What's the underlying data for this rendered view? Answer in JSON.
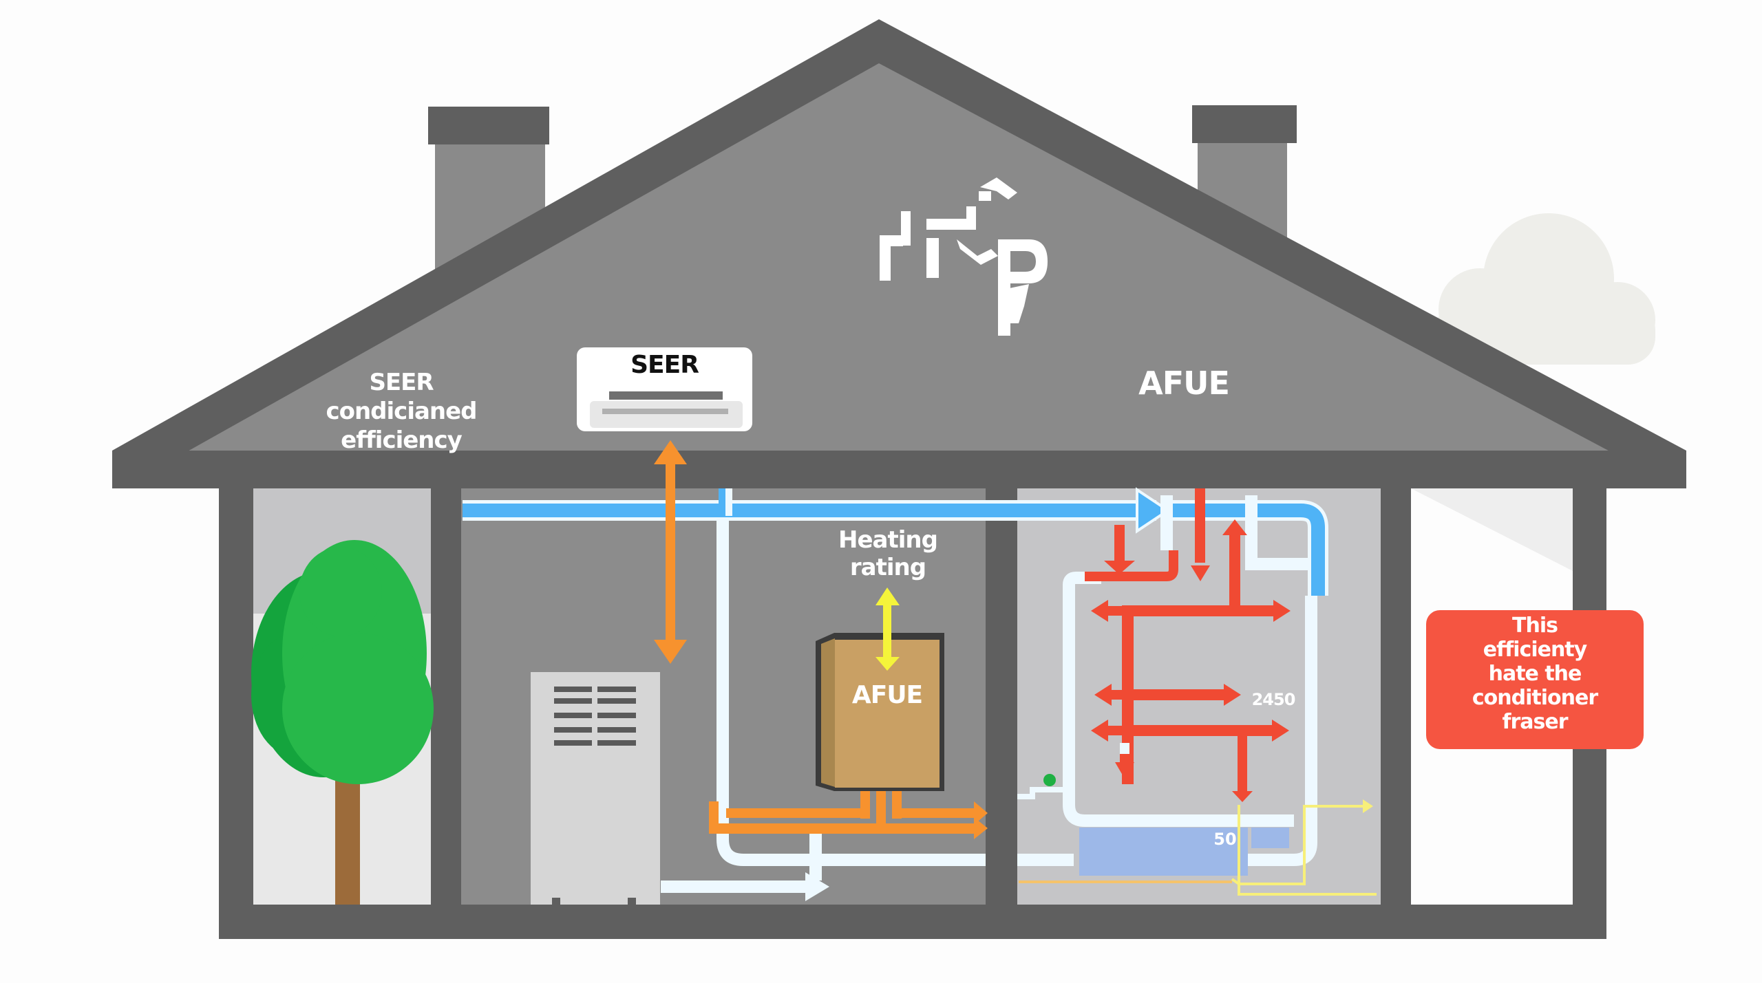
{
  "diagram": {
    "title_glyph": "ᒥᒪᒧp",
    "labels": {
      "attic_left": [
        "SEER",
        "condicianed",
        "efficiency"
      ],
      "ac_unit": "SEER",
      "attic_right": "AFUE",
      "heating": [
        "Heating",
        "rating"
      ],
      "furnace": "AFUE",
      "duct_value": "2450",
      "tank_value": "50",
      "callout": [
        "This",
        "efficienty",
        "hate the",
        "conditioner",
        "fraser"
      ]
    },
    "colors": {
      "house": "#5f5f5f",
      "roof_fill": "#8a8a8a",
      "room_fill": "#8c8c8c",
      "right_room_fill": "#c5c5c7",
      "supply_air": "#4fb3f6",
      "return_air": "#eef9ff",
      "heat": "#f04a33",
      "orange": "#f7922e",
      "yellow": "#f5f43a",
      "furnace": "#c9a064",
      "tank": "#9db8e8",
      "tree_dark": "#14a43d",
      "tree_light": "#27b84a",
      "trunk": "#9c6b3a",
      "callout": "#f55541",
      "cloud": "#eeeeea"
    }
  }
}
